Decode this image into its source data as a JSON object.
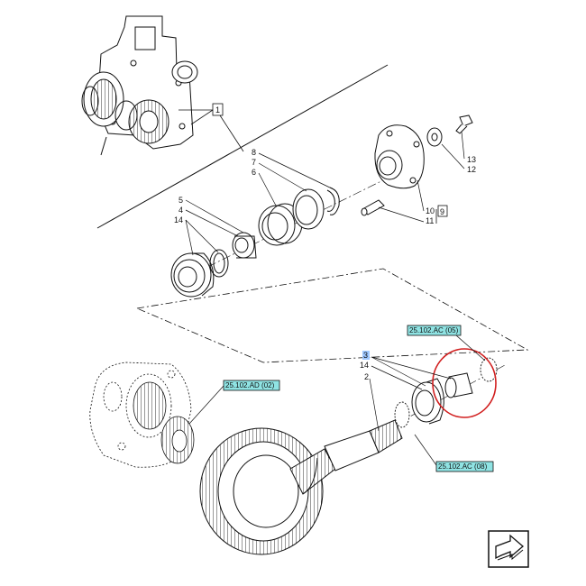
{
  "callouts": {
    "c1": "1",
    "c2": "2",
    "c3": "3",
    "c4": "4",
    "c5": "5",
    "c6": "6",
    "c7": "7",
    "c8": "8",
    "c9": "9",
    "c10": "10",
    "c11": "11",
    "c12": "12",
    "c13": "13",
    "c14a": "14",
    "c14b": "14"
  },
  "refs": {
    "ref_top": "25.102.AC (05)",
    "ref_left": "25.102.AD (02)",
    "ref_bottom": "25.102.AC (08)"
  },
  "colors": {
    "ref_fill": "#8fe3e3",
    "highlight_circle": "#d11f1f",
    "callout_3_highlight": "#9fc8ff",
    "ink": "#111111"
  },
  "icons": {
    "nav": "arrow-next-icon"
  }
}
